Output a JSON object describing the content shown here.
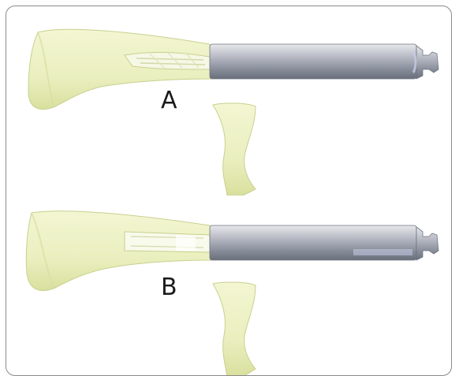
{
  "figure": {
    "panels": [
      {
        "label": "A",
        "variant": "drill-in-canal"
      },
      {
        "label": "B",
        "variant": "reamed-slot"
      }
    ]
  },
  "colors": {
    "bone_fill": "#eef2c2",
    "bone_shade": "#d7dea0",
    "bone_edge": "#c9d08e",
    "rod_light": "#d9dbe0",
    "rod_mid": "#a9adb7",
    "rod_dark": "#6f7482",
    "frame": "#8a8a8a"
  }
}
